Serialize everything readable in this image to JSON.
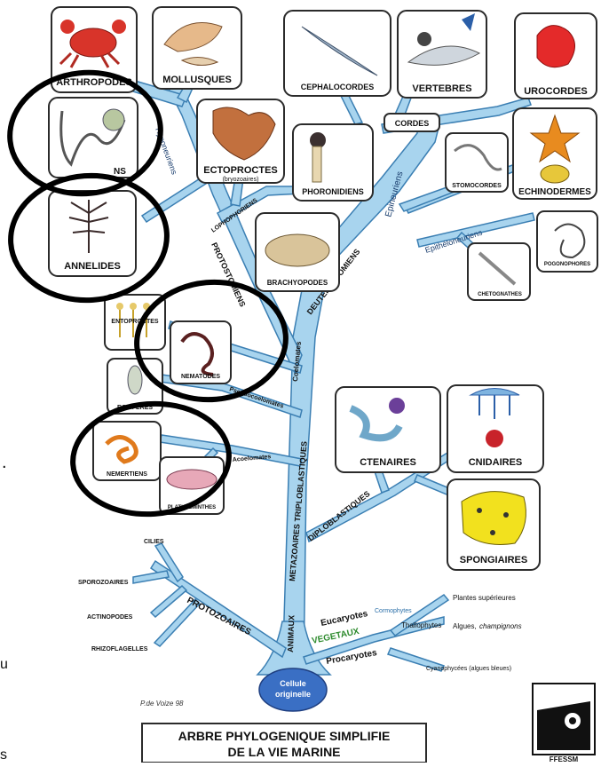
{
  "tree": {
    "groups": {
      "arthropodes": "ARTHROPODES",
      "mollusques": "MOLLUSQUES",
      "cephalocordes": "CEPHALOCORDES",
      "vertebres": "VERTEBRES",
      "urocordes": "UROCORDES",
      "siponcles_partial": "NS",
      "ectoproctes": "ECTOPROCTES",
      "ectoproctes_sub": "(bryozoaires)",
      "phoronidiens": "PHORONIDIENS",
      "cordes": "CORDES",
      "stomocordes": "STOMOCORDES",
      "echinodermes": "ECHINODERMES",
      "annelides": "ANNELIDES",
      "brachyopodes": "BRACHYOPODES",
      "pogonophores": "POGONOPHORES",
      "chetognathes": "CHETOGNATHES",
      "entoproctes": "ENTOPROCTES",
      "nematodes": "NEMATODES",
      "rotiferes": "ROTIFERES",
      "ctenaires": "CTENAIRES",
      "cnidaires": "CNIDAIRES",
      "nemertiens": "NEMERTIENS",
      "plathelminthes": "PLATHELMINTHES",
      "spongiaires": "SPONGIAIRES"
    },
    "branches": {
      "hyponeuriens": "Hyponeuriens",
      "epineuriens": "Epineuriens",
      "epitheloneuriens": "Epithéloneuriens",
      "lophophoriens": "LOPHOPHORIENS",
      "protostomiens": "PROTOSTOMIENS",
      "deuterostomiens": "DEUTEROSTOMIENS",
      "coelomates": "Coelomates",
      "pseudocoelomates": "Pseudocoelomates",
      "acoelomates": "Acoelomates",
      "metazoaires": "METAZOAIRES TRIPLOBLASTIQUES",
      "diploblastiques": "DIPLOBLASTIQUES",
      "animaux": "ANIMAUX",
      "protozoaires": "PROTOZOAIRES",
      "eucaryotes": "Eucaryotes",
      "vegetaux": "VEGETAUX",
      "procaryotes": "Procaryotes",
      "cormophytes": "Cormophytes",
      "thallophytes": "Thallophytes",
      "root_line1": "Cellule",
      "root_line2": "originelle"
    },
    "protozoa": {
      "cilies": "CILIES",
      "sporozoaires": "SPOROZOAIRES",
      "actinopodes": "ACTINOPODES",
      "rhizoflagelles": "RHIZOFLAGELLES"
    },
    "plants": {
      "plantes_sup": "Plantes supérieures",
      "algues": "Algues,",
      "champignons": "champignons",
      "cyano": "Cyanophycées (algues bleues)"
    },
    "signature": "P.de Voize 98",
    "title_line1": "ARBRE PHYLOGENIQUE SIMPLIFIE",
    "title_line2": "DE LA VIE MARINE",
    "logo_text": "FFESSM",
    "margin_marks": {
      "dot": ".",
      "u": "u",
      "s": "s"
    }
  },
  "colors": {
    "branch_fill": "#a8d4ee",
    "branch_stroke": "#3b7fb3",
    "root": "#3a6fc4",
    "vegetaux": "#2e8b2e"
  }
}
